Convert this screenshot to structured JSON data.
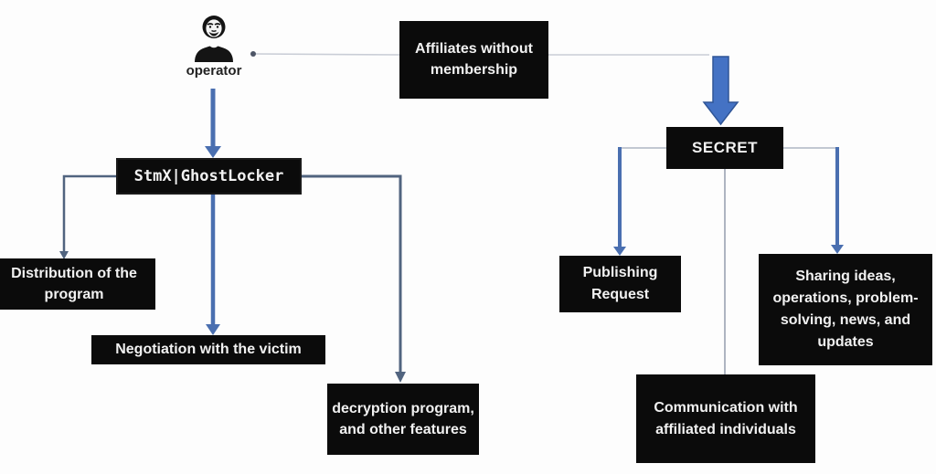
{
  "diagram": {
    "title_hint": "ransomware-operation-flowchart",
    "operator": {
      "label": "operator",
      "icon": "masked-person-avatar"
    },
    "nodes": {
      "affiliates": {
        "label": "Affiliates without membership"
      },
      "secret": {
        "label": "SECRET"
      },
      "stmx": {
        "label": "StmX|GhostLocker"
      },
      "distribution": {
        "label": "Distribution of the program"
      },
      "negotiation": {
        "label": "Negotiation with the victim"
      },
      "decryption": {
        "label": "decryption program, and other features"
      },
      "publishing": {
        "label": "Publishing Request"
      },
      "sharing": {
        "label": "Sharing ideas, operations, problem-solving, news, and updates"
      },
      "communication": {
        "label": "Communication with affiliated individuals"
      }
    },
    "edges": [
      "affiliates -> operator",
      "affiliates -> secret (thick blue arrow)",
      "operator -> stmx (blue arrow)",
      "stmx -> distribution",
      "stmx -> negotiation (blue arrow)",
      "stmx -> decryption",
      "secret -> publishing",
      "secret -> sharing",
      "secret -> communication"
    ],
    "colors": {
      "node_bg": "#0b0b0b",
      "node_text": "#f1f1f1",
      "block_arrow_fill": "#4472c4",
      "block_arrow_border": "#2f5597",
      "connector_blue": "#4a6fb0",
      "connector_steel": "#51647f",
      "connector_light": "#c9cdd6",
      "background": "#fdfdfd"
    }
  }
}
